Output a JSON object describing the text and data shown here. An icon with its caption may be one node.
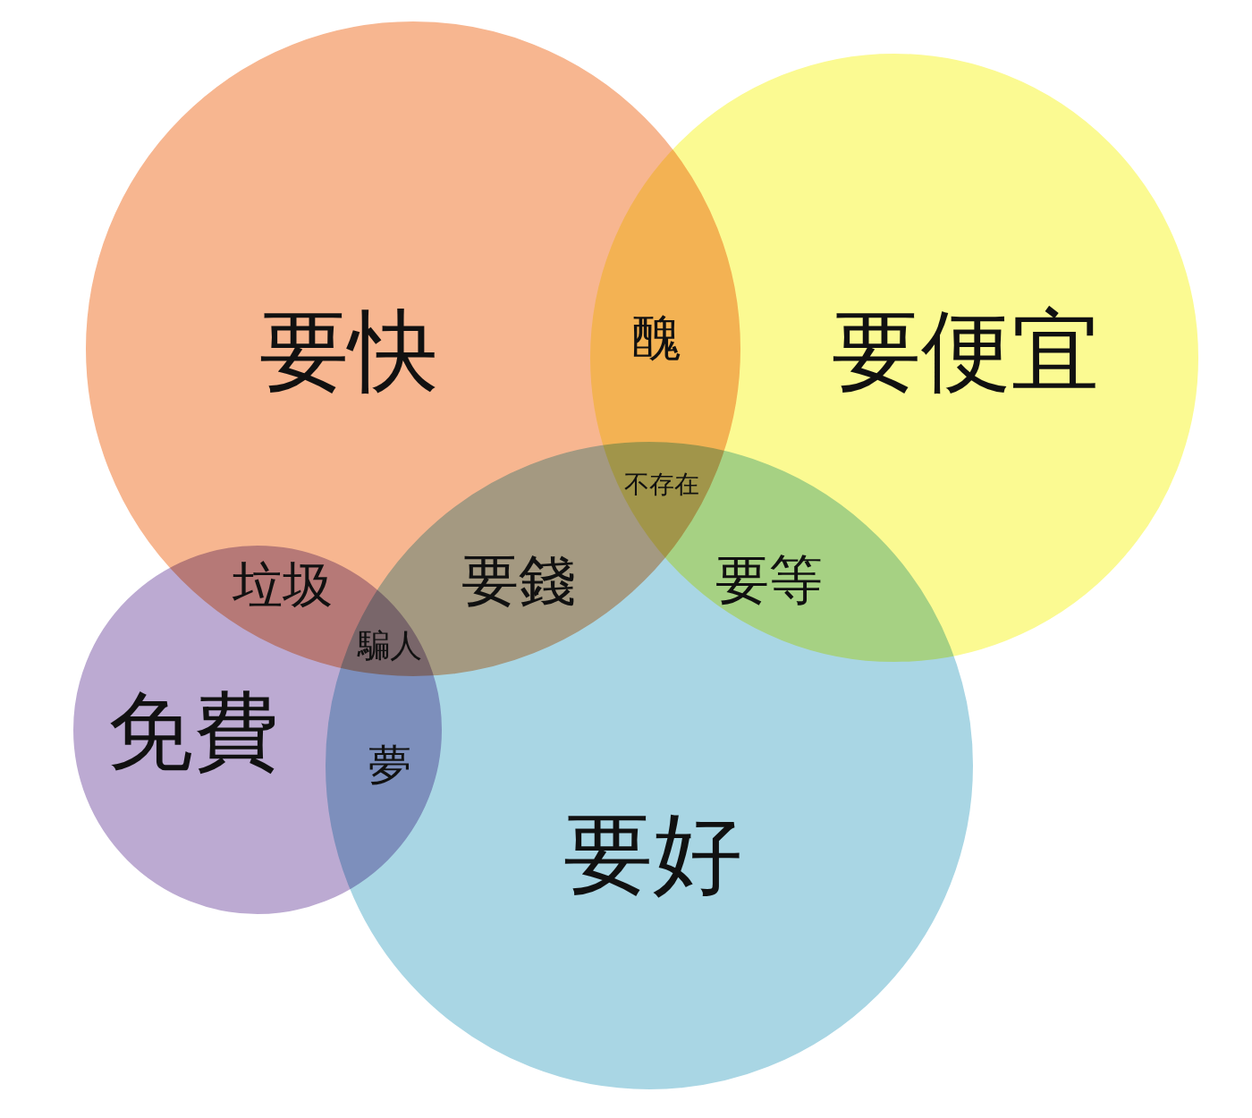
{
  "diagram": {
    "nodes": [
      {
        "text": [
          "要快"
        ]
      },
      {
        "text": [
          "要便宜"
        ]
      },
      {
        "text": [
          "要好"
        ]
      },
      {
        "text": [
          "免費"
        ]
      }
    ],
    "labels": [
      "醜",
      "不存在",
      "垃圾",
      "要錢",
      "要等",
      "騙人",
      "夢"
    ]
  }
}
